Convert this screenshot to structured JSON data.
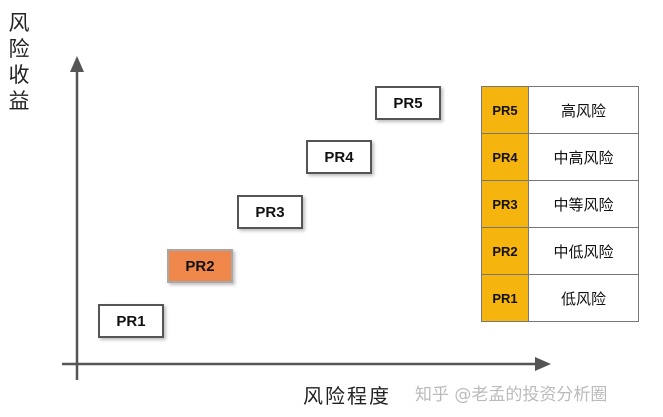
{
  "diagram": {
    "y_axis_label": "风险收益",
    "x_axis_label": "风险程度",
    "levels": [
      {
        "code": "PR1",
        "risk": "低风险"
      },
      {
        "code": "PR2",
        "risk": "中低风险"
      },
      {
        "code": "PR3",
        "risk": "中等风险"
      },
      {
        "code": "PR4",
        "risk": "中高风险"
      },
      {
        "code": "PR5",
        "risk": "高风险"
      }
    ],
    "highlighted_level": "PR2"
  },
  "colors": {
    "highlight": "#f0874a",
    "legend_code_fill": "#f6b40e",
    "axis": "#555555"
  },
  "watermark": "知乎 @老孟的投资分析圈"
}
